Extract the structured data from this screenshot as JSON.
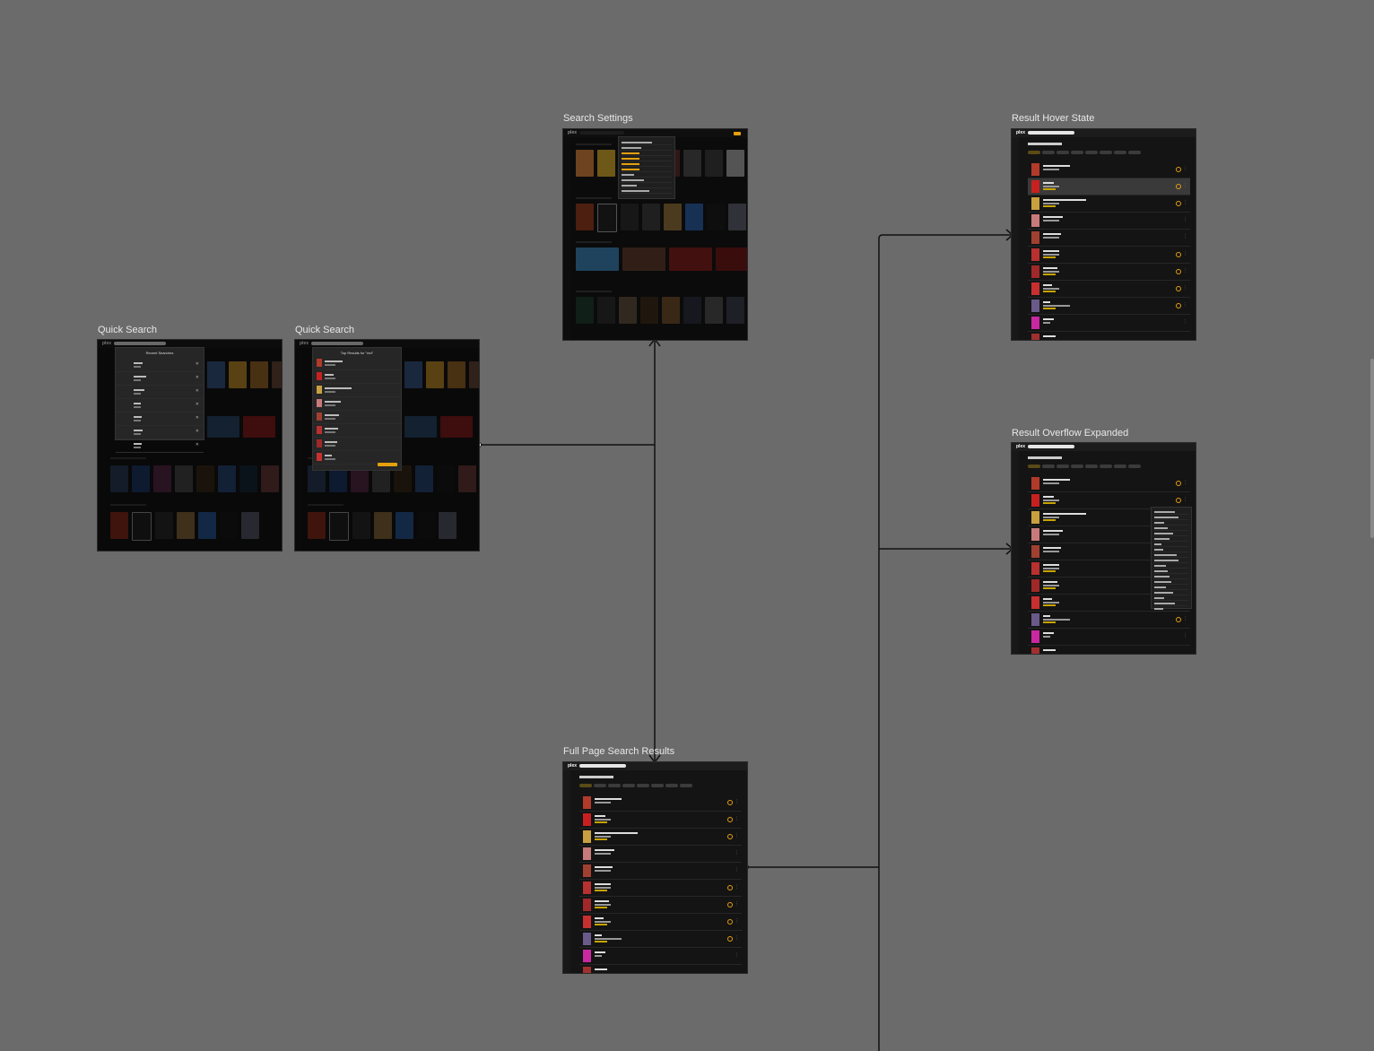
{
  "frames": {
    "quick_search_recent": {
      "label": "Quick Search",
      "popup_title": "Recent Searches"
    },
    "quick_search_results": {
      "label": "Quick Search",
      "popup_title": "Top Results for \"red\""
    },
    "search_settings": {
      "label": "Search Settings"
    },
    "full_page": {
      "label": "Full Page Search Results",
      "title": "Top Results for \"red\""
    },
    "hover_state": {
      "label": "Result Hover State",
      "title": "Top Results for \"red\""
    },
    "overflow_expanded": {
      "label": "Result Overflow Expanded",
      "title": "Top Results for \"red\""
    }
  },
  "app_logo": "plex",
  "colors": {
    "canvas": "#6b6b6b",
    "frame_bg": "#141414",
    "accent": "#e5a00d",
    "connector": "#111111"
  },
  "icons": [
    "close-icon",
    "more-icon",
    "play-icon",
    "search-icon"
  ]
}
